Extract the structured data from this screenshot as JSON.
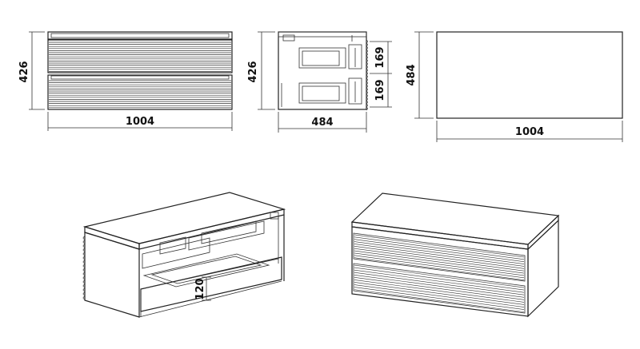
{
  "dimensions": {
    "front_width": "1004",
    "front_height": "426",
    "side_depth": "484",
    "side_height": "426",
    "drawer_upper": "169",
    "drawer_lower": "169",
    "top_depth": "484",
    "top_width": "1004",
    "drawer_front_height": "120"
  }
}
